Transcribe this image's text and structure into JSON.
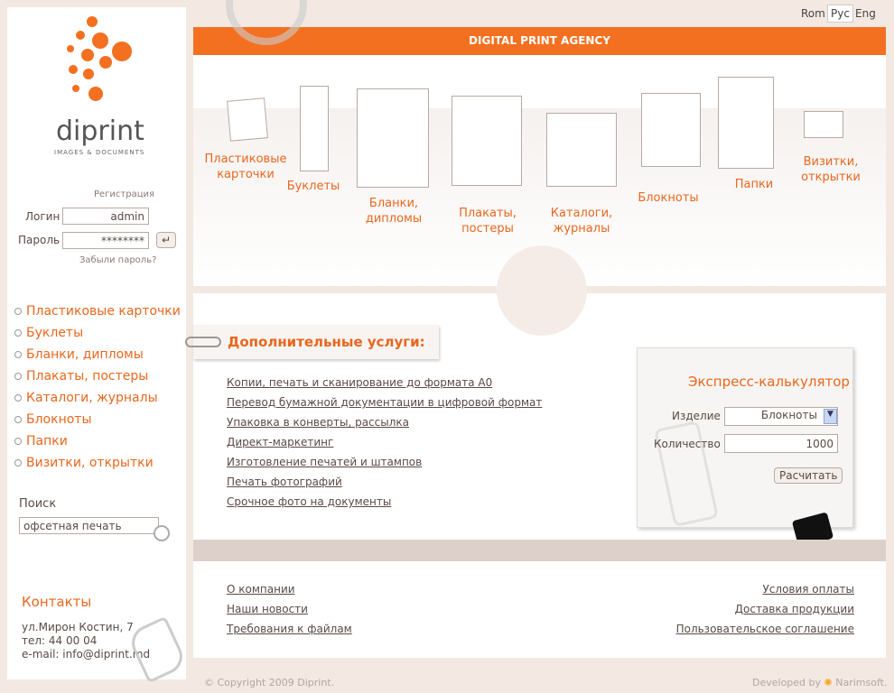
{
  "languages": [
    "Rom",
    "Рус",
    "Eng"
  ],
  "active_language": "Рус",
  "header": {
    "title": "DIGITAL PRINT AGENCY"
  },
  "logo": {
    "name": "diprint",
    "tagline": "IMAGES & DOCUMENTS"
  },
  "login": {
    "register": "Регистрация",
    "login_label": "Логин",
    "login_value": "admin",
    "password_label": "Пароль",
    "password_value": "********",
    "forgot": "Забыли пароль?",
    "submit_icon": "enter-icon"
  },
  "sidebar_nav": [
    "Пластиковые карточки",
    "Буклеты",
    "Бланки, дипломы",
    "Плакаты, постеры",
    "Каталоги, журналы",
    "Блокноты",
    "Папки",
    "Визитки, открытки"
  ],
  "search": {
    "label": "Поиск",
    "value": "офсетная печать",
    "icon": "magnifier-icon"
  },
  "contacts": {
    "title": "Контакты",
    "address": "ул.Мирон Костин, 7",
    "phone": "тел: 44 00 04",
    "email": "e-mail: info@diprint.md"
  },
  "categories": [
    "Пластиковые карточки",
    "Буклеты",
    "Бланки, дипломы",
    "Плакаты, постеры",
    "Каталоги, журналы",
    "Блокноты",
    "Папки",
    "Визитки, открытки"
  ],
  "services": {
    "title": "Дополнительные услуги:",
    "items": [
      "Копии, печать и сканирование до формата А0",
      "Перевод бумажной документации в цифровой формат",
      "Упаковка в конверты, рассылка",
      "Директ-маркетинг",
      "Изготовление печатей и штампов",
      "Печать фотографий",
      "Срочное фото на документы"
    ]
  },
  "calculator": {
    "title": "Экспресс-калькулятор",
    "product_label": "Изделие",
    "product_value": "Блокноты",
    "quantity_label": "Количество",
    "quantity_value": "1000",
    "submit": "Расчитать"
  },
  "footer_links_left": [
    "О компании",
    "Наши новости",
    "Требования к файлам"
  ],
  "footer_links_right": [
    "Условия оплаты",
    "Доставка продукции",
    "Пользовательское соглашение"
  ],
  "copyright": "© Copyright 2009 Diprint.",
  "developer": {
    "label": "Developed by",
    "name": "Narimsoft."
  },
  "colors": {
    "accent": "#f37021",
    "background": "#f3e9e2"
  }
}
